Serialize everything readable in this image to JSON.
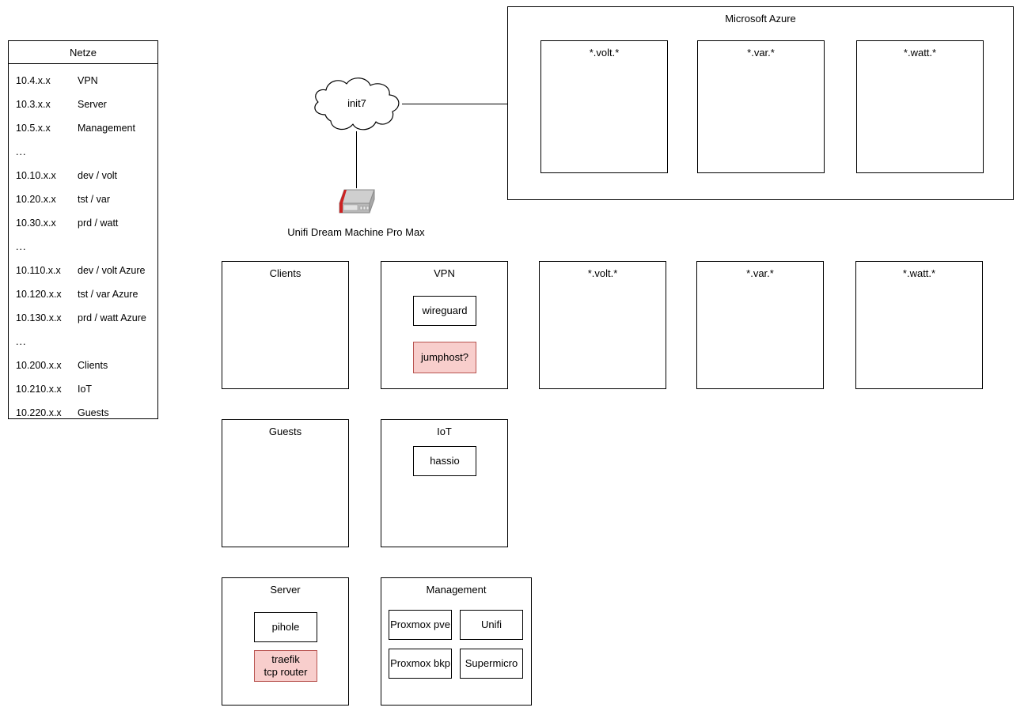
{
  "legend": {
    "title": "Netze",
    "rows": [
      {
        "net": "10.4.x.x",
        "name": "VPN"
      },
      {
        "net": "10.3.x.x",
        "name": "Server"
      },
      {
        "net": "10.5.x.x",
        "name": "Management"
      },
      {
        "net": "...",
        "name": ""
      },
      {
        "net": "10.10.x.x",
        "name": "dev / volt"
      },
      {
        "net": "10.20.x.x",
        "name": "tst / var"
      },
      {
        "net": "10.30.x.x",
        "name": "prd / watt"
      },
      {
        "net": "...",
        "name": ""
      },
      {
        "net": "10.110.x.x",
        "name": "dev / volt Azure"
      },
      {
        "net": "10.120.x.x",
        "name": "tst / var Azure"
      },
      {
        "net": "10.130.x.x",
        "name": "prd / watt Azure"
      },
      {
        "net": "...",
        "name": ""
      },
      {
        "net": "10.200.x.x",
        "name": "Clients"
      },
      {
        "net": "10.210.x.x",
        "name": "IoT"
      },
      {
        "net": "10.220.x.x",
        "name": "Guests"
      }
    ]
  },
  "cloud": {
    "label": "init7"
  },
  "router": {
    "caption": "Unifi Dream Machine Pro Max"
  },
  "azure": {
    "title": "Microsoft Azure",
    "zones": [
      {
        "title": "*.volt.*"
      },
      {
        "title": "*.var.*"
      },
      {
        "title": "*.watt.*"
      }
    ]
  },
  "networks": {
    "clients": {
      "title": "Clients",
      "nodes": []
    },
    "vpn": {
      "title": "VPN",
      "nodes": [
        {
          "label": "wireguard",
          "highlight": false
        },
        {
          "label": "jumphost?",
          "highlight": true
        }
      ]
    },
    "volt": {
      "title": "*.volt.*",
      "nodes": []
    },
    "var": {
      "title": "*.var.*",
      "nodes": []
    },
    "watt": {
      "title": "*.watt.*",
      "nodes": []
    },
    "guests": {
      "title": "Guests",
      "nodes": []
    },
    "iot": {
      "title": "IoT",
      "nodes": [
        {
          "label": "hassio",
          "highlight": false
        }
      ]
    },
    "server": {
      "title": "Server",
      "nodes": [
        {
          "label": "pihole",
          "highlight": false
        },
        {
          "label": "traefik\ntcp router",
          "highlight": true
        }
      ]
    },
    "management": {
      "title": "Management",
      "nodes": [
        {
          "label": "Proxmox pve",
          "highlight": false
        },
        {
          "label": "Unifi",
          "highlight": false
        },
        {
          "label": "Proxmox bkp",
          "highlight": false
        },
        {
          "label": "Supermicro",
          "highlight": false
        }
      ]
    }
  },
  "node_labels": {
    "wireguard": "wireguard",
    "jumphost": "jumphost?",
    "hassio": "hassio",
    "pihole": "pihole",
    "traefik_l1": "traefik",
    "traefik_l2": "tcp router",
    "proxmox_pve": "Proxmox pve",
    "unifi": "Unifi",
    "proxmox_bkp": "Proxmox bkp",
    "supermicro": "Supermicro"
  },
  "colors": {
    "stroke": "#000000",
    "background": "#ffffff",
    "highlight_fill": "#f8cecc",
    "highlight_stroke": "#b85450",
    "device_body": "#b3b3b3",
    "device_top": "#cccccc",
    "device_accent": "#cc0000"
  }
}
